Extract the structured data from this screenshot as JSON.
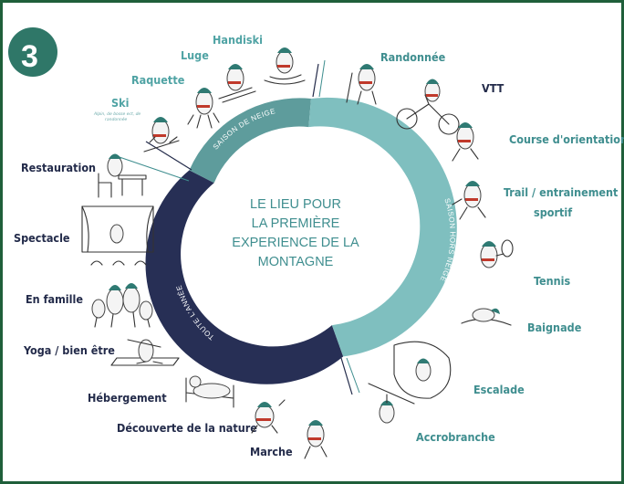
{
  "badge_number": "3",
  "center_text": [
    "LE LIEU POUR",
    "LA PREMIÈRE",
    "EXPERIENCE DE LA",
    "MONTAGNE"
  ],
  "segments": {
    "snow": "SAISON DE NEIGE",
    "no_snow": "SAISON HORS NEIGE",
    "all_year": "TOUTE L'ANNÉE"
  },
  "colors": {
    "snow_season": "#5e9c9c",
    "no_snow_season": "#7fbfbf",
    "all_year": "#272f55",
    "teal_label": "#3f8e8f",
    "dark_label": "#232b4a",
    "frame": "#1f5f3a",
    "badge": "#2f7768"
  },
  "snow_activities": [
    "Handiski",
    "Luge",
    "Raquette",
    "Ski"
  ],
  "ski_subtitle": [
    "Alpin, de bosse ect, de",
    "randonnée"
  ],
  "no_snow_activities": [
    "Randonnée",
    "VTT",
    "Course d'orientation",
    "Trail / entrainement",
    "sportif",
    "Tennis",
    "Baignade",
    "Escalade",
    "Accrobranche"
  ],
  "all_year_activities": [
    "Restauration",
    "Spectacle",
    "En famille",
    "Yoga / bien être",
    "Hébergement",
    "Découverte de la nature",
    "Marche"
  ]
}
